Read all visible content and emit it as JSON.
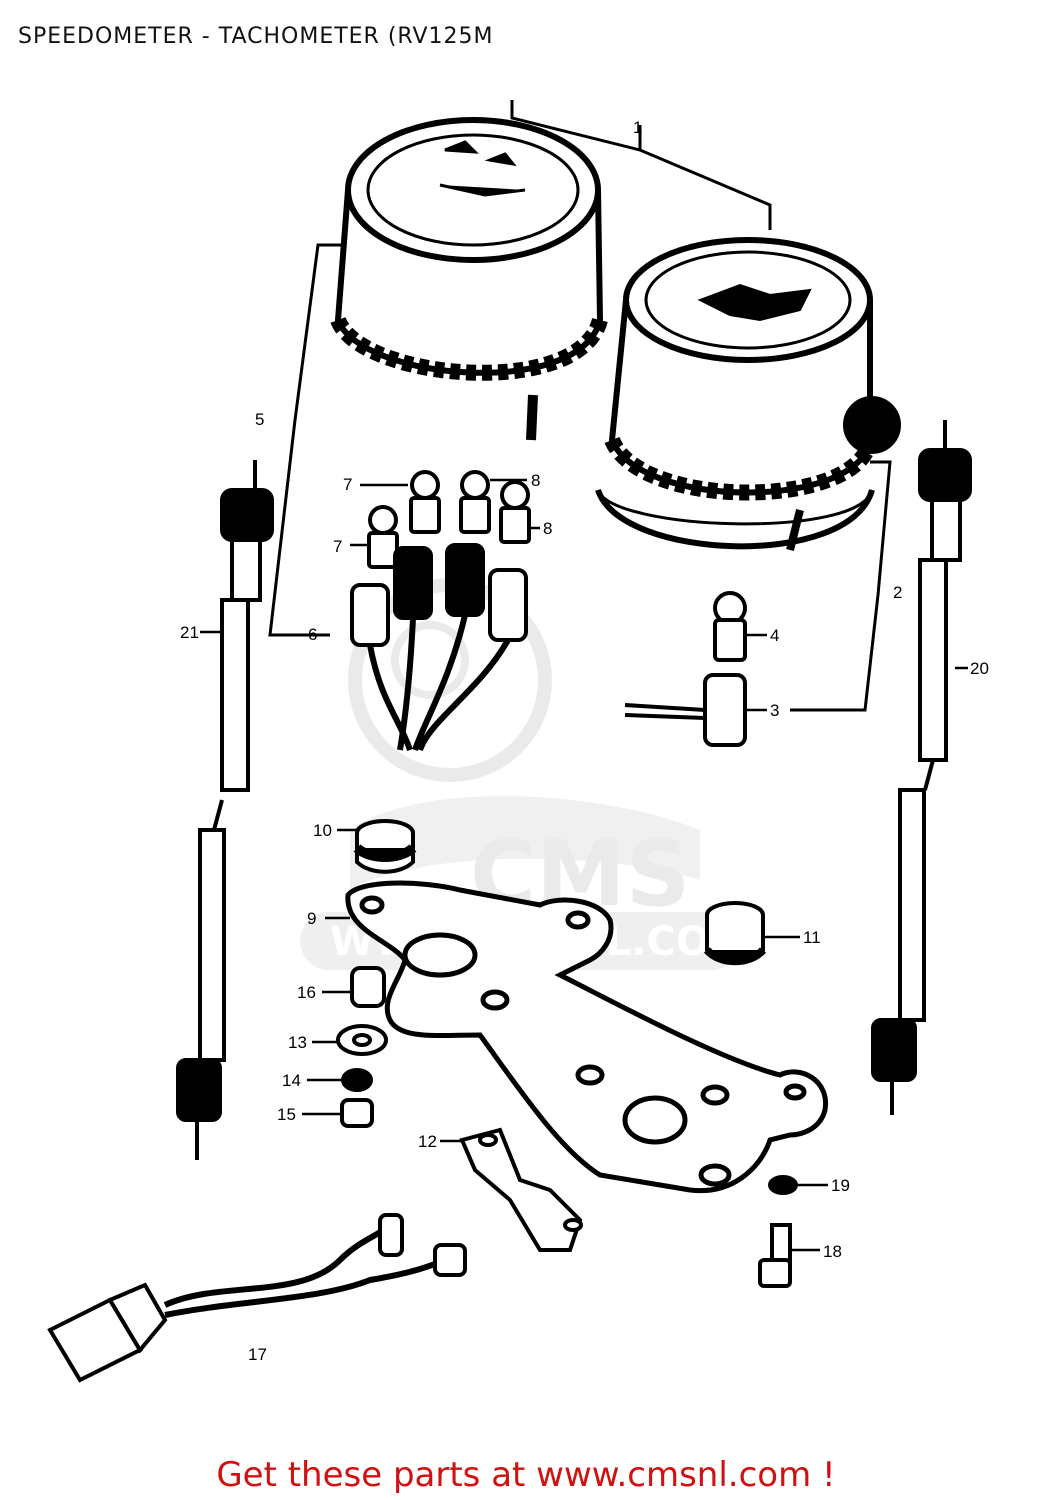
{
  "title": "SPEEDOMETER - TACHOMETER (RV125M",
  "watermark": {
    "brand": "CMS",
    "url": "WWW.CMSNL.COM"
  },
  "callouts": [
    "1",
    "2",
    "3",
    "4",
    "5",
    "6",
    "7",
    "7",
    "8",
    "8",
    "9",
    "10",
    "11",
    "12",
    "13",
    "14",
    "15",
    "16",
    "17",
    "18",
    "19",
    "20",
    "21"
  ],
  "footer": {
    "text": "Get these parts at www.cmsnl.com !"
  },
  "colors": {
    "ink": "#000000",
    "footer_text": "#d11010",
    "watermark": "#d9d9d9"
  }
}
